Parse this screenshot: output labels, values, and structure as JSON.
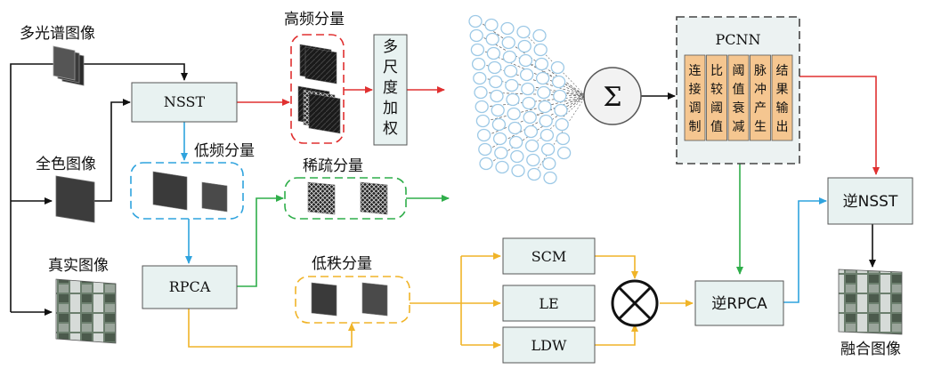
{
  "labels": {
    "multispectral": "多光谱图像",
    "panchromatic": "全色图像",
    "real": "真实图像",
    "high_freq": "高频分量",
    "low_freq": "低频分量",
    "sparse": "稀疏分量",
    "low_rank": "低秩分量",
    "fused": "融合图像",
    "pcnn": "PCNN",
    "sum_symbol": "Σ"
  },
  "blocks": {
    "nsst": "NSST",
    "rpca": "RPCA",
    "scm": "SCM",
    "le": "LE",
    "ldw": "LDW",
    "inv_rpca": "逆RPCA",
    "inv_nsst": "逆NSST"
  },
  "multiscale": [
    "多",
    "尺",
    "度",
    "加",
    "权"
  ],
  "pcnn_stages": [
    [
      "连",
      "接",
      "调",
      "制"
    ],
    [
      "比",
      "较",
      "阈",
      "值"
    ],
    [
      "阈",
      "值",
      "衰",
      "减"
    ],
    [
      "脉",
      "冲",
      "产",
      "生"
    ],
    [
      "结",
      "果",
      "输",
      "出"
    ]
  ],
  "colors": {
    "red": "#e03030",
    "blue": "#2fa3de",
    "green": "#2fae4a",
    "yellow": "#f0b428",
    "block_fill": "#e8f2f1",
    "stage_fill": "#f5c690",
    "neuron": "#9dc9e6"
  }
}
